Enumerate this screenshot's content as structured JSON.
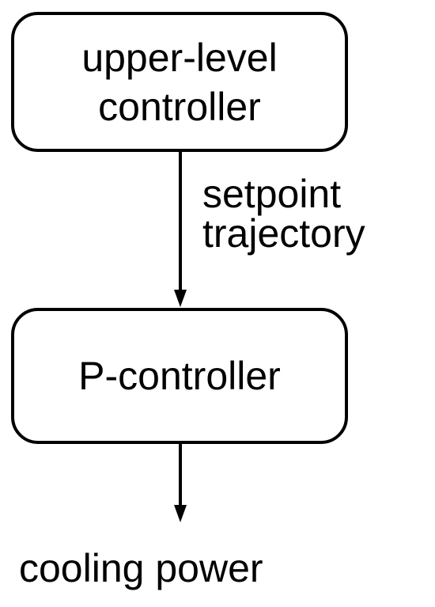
{
  "diagram": {
    "nodes": {
      "upper": {
        "lines": [
          "upper-level",
          "controller"
        ]
      },
      "p": {
        "label": "P-controller"
      }
    },
    "edges": {
      "setpoint": {
        "lines": [
          "setpoint",
          "trajectory"
        ]
      },
      "output": {
        "label": "cooling power"
      }
    },
    "colors": {
      "stroke": "#000000",
      "background": "#ffffff"
    }
  }
}
